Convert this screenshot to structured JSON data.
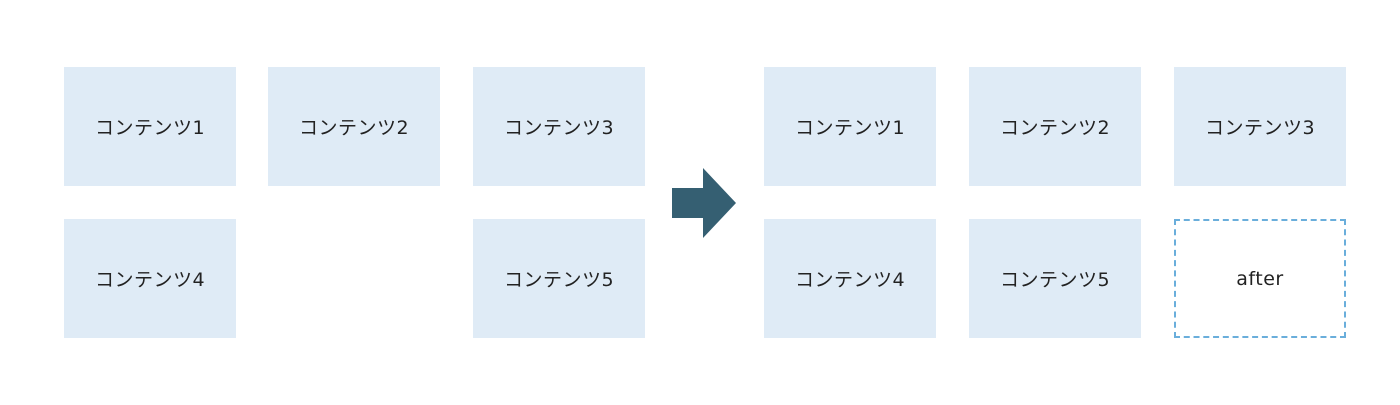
{
  "before": {
    "items": [
      {
        "label": "コンテンツ1"
      },
      {
        "label": "コンテンツ2"
      },
      {
        "label": "コンテンツ3"
      },
      {
        "label": "コンテンツ4"
      },
      {
        "label": "コンテンツ5"
      }
    ]
  },
  "after": {
    "items": [
      {
        "label": "コンテンツ1"
      },
      {
        "label": "コンテンツ2"
      },
      {
        "label": "コンテンツ3"
      },
      {
        "label": "コンテンツ4"
      },
      {
        "label": "コンテンツ5"
      }
    ],
    "pseudo_label": "after"
  },
  "arrow": {
    "icon": "right-arrow-icon",
    "color": "#355f72"
  },
  "colors": {
    "box_fill": "#dfebf6",
    "dashed_border": "#6aaedb",
    "text": "#222222"
  }
}
